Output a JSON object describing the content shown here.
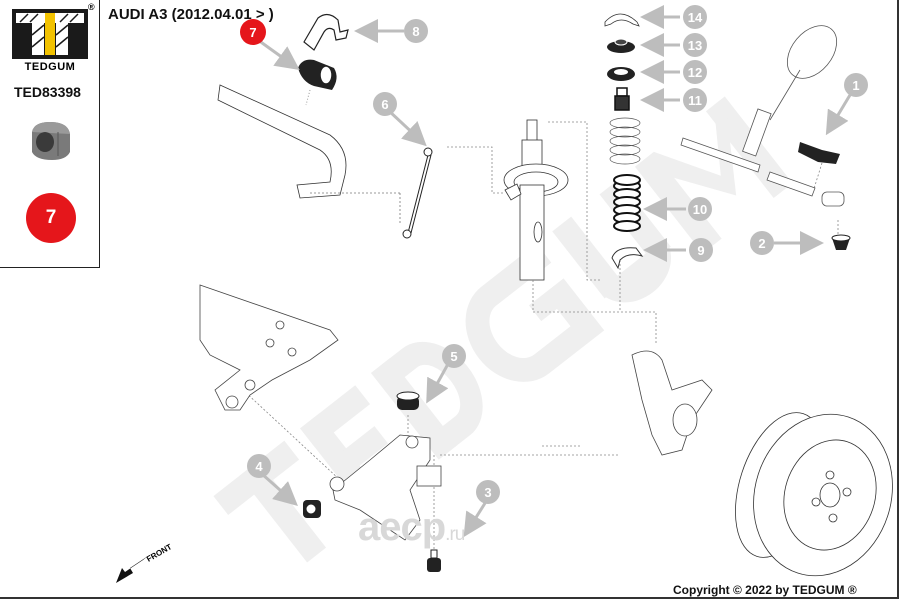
{
  "header": {
    "title": "AUDI A3 (2012.04.01 > )"
  },
  "sidebar": {
    "brand": "TEDGUM",
    "registered": "®",
    "part_number": "TED83398",
    "selected_badge": "7",
    "logo_colors": {
      "black": "#1a1a1a",
      "yellow": "#f2c200"
    }
  },
  "diagram": {
    "highlight_color": "#e5161b",
    "callout_color": "#bdbdbd",
    "selected_callout": "7",
    "callouts": [
      {
        "id": "1",
        "label": "1"
      },
      {
        "id": "2",
        "label": "2"
      },
      {
        "id": "3",
        "label": "3"
      },
      {
        "id": "4",
        "label": "4"
      },
      {
        "id": "5",
        "label": "5"
      },
      {
        "id": "6",
        "label": "6"
      },
      {
        "id": "8",
        "label": "8"
      },
      {
        "id": "9",
        "label": "9"
      },
      {
        "id": "10",
        "label": "10"
      },
      {
        "id": "11",
        "label": "11"
      },
      {
        "id": "12",
        "label": "12"
      },
      {
        "id": "13",
        "label": "13"
      },
      {
        "id": "14",
        "label": "14"
      }
    ],
    "front_label": "FRONT",
    "watermark_text": "TEDGUM",
    "secondary_watermark": "aecp",
    "secondary_watermark_suffix": ".ru"
  },
  "footer": {
    "copyright": "Copyright © 2022 by TEDGUM ®"
  }
}
